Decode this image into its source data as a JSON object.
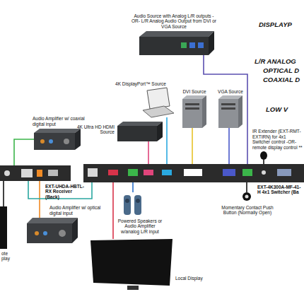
{
  "diagram": {
    "nodes": [
      {
        "text": [
          "Audio Source with Analog L/R outputs -OR- L/R Analog Audio Output from DVI or VGA Source"
        ]
      },
      {
        "text": [
          "4K DisplayPort™ Source"
        ]
      },
      {
        "text": [
          "DVI Source"
        ]
      },
      {
        "text": [
          "VGA Source"
        ]
      },
      {
        "text": [
          "4K Ultra HD HDMI Source"
        ]
      },
      {
        "text": [
          "Audio Amplifier w/ coaxial digital input"
        ]
      },
      {
        "text": [
          "IR Extender (EXT-RMT-EXTIRN) for 4x1 Switcher control -OR- remote display control **"
        ]
      },
      {
        "text": [
          "EXT-UHDA-HBTL-RX Receiver (Back)"
        ]
      },
      {
        "text": [
          "EXT-4K300A-MF-41-H 4x1 Switcher (Ba"
        ]
      },
      {
        "text": [
          "Powered Speakers or Audio Amplifier w/analog L/R input"
        ]
      },
      {
        "text": [
          "Momentary Contact Push Button (Normally Open)"
        ]
      },
      {
        "text": [
          "Audio Amplifier w/ optical digital input"
        ]
      },
      {
        "text": [
          "ote play"
        ]
      },
      {
        "text": [
          "Local Display"
        ]
      }
    ],
    "edges": [
      {
        "from": 0,
        "to": 8,
        "arrow": "none"
      },
      {
        "from": 1,
        "to": 8,
        "arrow": "none"
      },
      {
        "from": 2,
        "to": 8,
        "arrow": "none"
      },
      {
        "from": 3,
        "to": 8,
        "arrow": "none"
      },
      {
        "from": 4,
        "to": 8,
        "arrow": "none"
      },
      {
        "from": 6,
        "to": 8,
        "arrow": "none"
      },
      {
        "from": 7,
        "to": 5,
        "arrow": "none"
      },
      {
        "from": 7,
        "to": 11,
        "arrow": "none"
      },
      {
        "from": 7,
        "to": 12,
        "arrow": "none"
      },
      {
        "from": 7,
        "to": 8,
        "arrow": "none"
      },
      {
        "from": 8,
        "to": 13,
        "arrow": "none"
      },
      {
        "from": 8,
        "to": 9,
        "arrow": "none"
      },
      {
        "from": 8,
        "to": 10,
        "arrow": "none"
      }
    ],
    "labels": [
      "DISPLAYP",
      "L/R ANALOG",
      "OPTICAL D",
      "COAXIAL D",
      "LOW V"
    ]
  }
}
